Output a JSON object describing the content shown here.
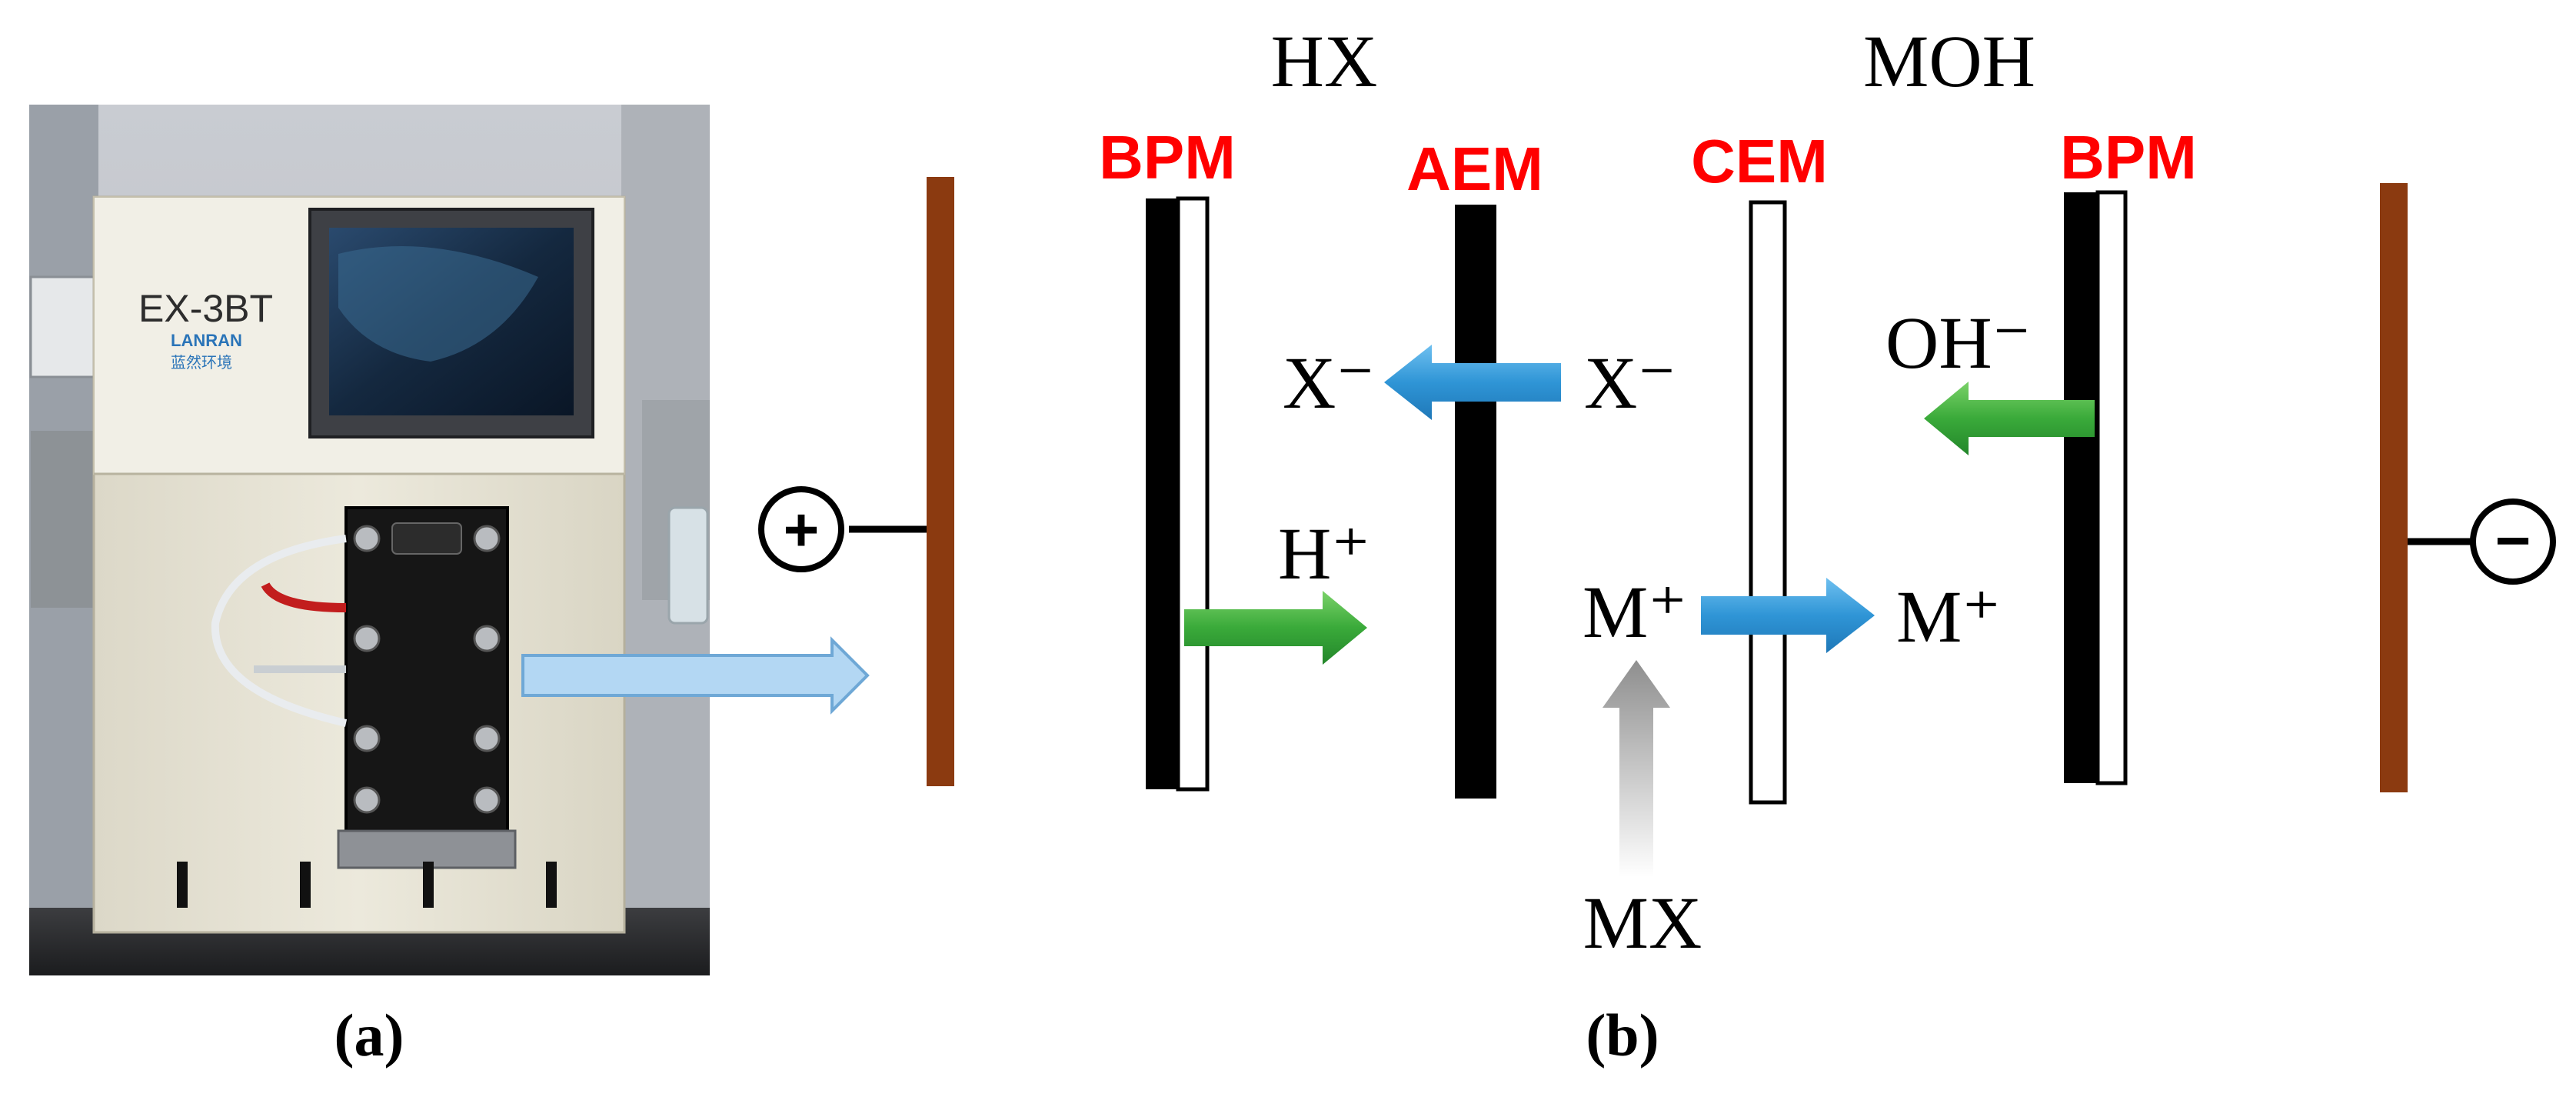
{
  "colors": {
    "membrane_label": "#ff0000",
    "electrode": "#8b3a10",
    "anion_arrow": "#2f95d6",
    "proton_arrow": "#2fa83a",
    "feed_arrow": "#a0a0a0",
    "photo_arrow": "#8fc3ea",
    "membrane_dark": "#000000",
    "membrane_light": "#ffffff"
  },
  "panel_a": {
    "device_model": "EX-3BT",
    "brand_text": "LANRAN",
    "brand_sub": "蓝然环境",
    "caption": "(a)"
  },
  "panel_b": {
    "caption": "(b)",
    "anode_sign": "+",
    "cathode_sign": "−",
    "compartments": {
      "acid": "HX",
      "base": "MOH",
      "feed": "MX"
    },
    "membranes": [
      {
        "label": "BPM",
        "kind": "bipolar"
      },
      {
        "label": "AEM",
        "kind": "anion-exchange"
      },
      {
        "label": "CEM",
        "kind": "cation-exchange"
      },
      {
        "label": "BPM",
        "kind": "bipolar"
      }
    ],
    "ions": {
      "x_left": "X⁻",
      "x_right": "X⁻",
      "oh": "OH⁻",
      "h": "H⁺",
      "m_left": "M⁺",
      "m_right": "M⁺"
    }
  }
}
